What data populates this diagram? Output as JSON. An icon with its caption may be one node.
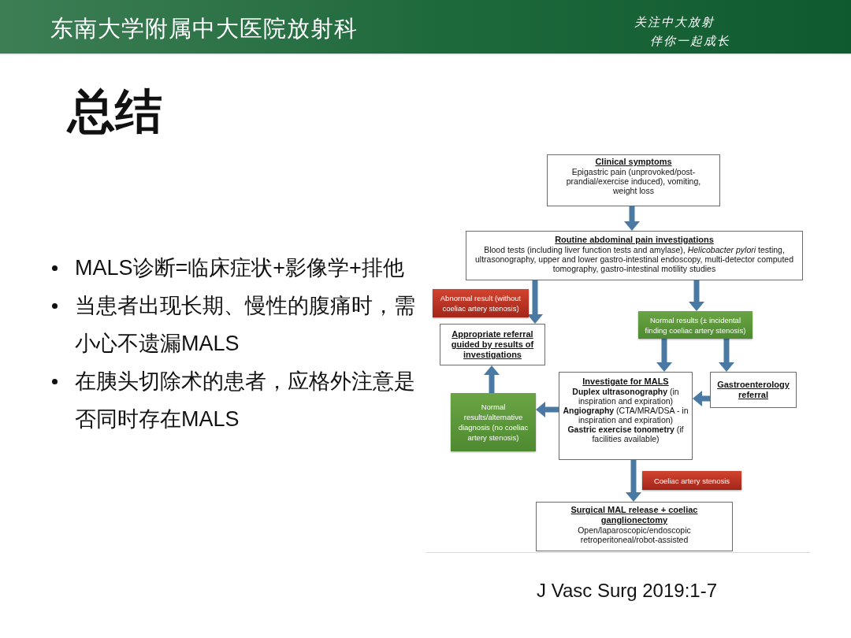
{
  "diagram": {
    "title": "总结",
    "nodes": [
      {
        "text": [
          "Clinical symptoms",
          "Epigastric pain (unprovoked/post-prandial/exercise induced), vomiting, weight loss"
        ]
      },
      {
        "text": [
          "Routine abdominal pain investigations",
          "Blood tests (including liver function tests and amylase), *Helicobacter pylori* testing, ultrasonography, upper and lower gastro-intestinal endoscopy, multi-detector computed tomography, gastro-intestinal motility studies"
        ]
      },
      {
        "text": [
          "Abnormal result (without coeliac artery stenosis)"
        ]
      },
      {
        "text": [
          "Normal results (± incidental finding coeliac artery stenosis)"
        ]
      },
      {
        "text": [
          "Appropriate referral guided by results of investigations"
        ]
      },
      {
        "text": [
          "Investigate for MALS",
          "**Duplex ultrasonography** (in inspiration and expiration)",
          "**Angiography** (CTA/MRA/DSA - in inspiration and expiration)",
          "**Gastric exercise tonometry** (if facilities available)"
        ]
      },
      {
        "text": [
          "Gastroenterology referral"
        ]
      },
      {
        "text": [
          "Normal results/alternative diagnosis (no coeliac artery stenosis)"
        ]
      },
      {
        "text": [
          "Coeliac artery stenosis"
        ]
      },
      {
        "text": [
          "Surgical MAL release + coeliac ganglionectomy",
          "Open/laparoscopic/endoscopic retroperitoneal/robot-assisted"
        ]
      }
    ],
    "edges": [
      {
        "from": 0,
        "to": 1,
        "arrow": "to"
      },
      {
        "from": 1,
        "to": 4,
        "arrow": "to"
      },
      {
        "from": 1,
        "to": 3,
        "arrow": "to"
      },
      {
        "from": 3,
        "to": 5,
        "arrow": "to"
      },
      {
        "from": 3,
        "to": 6,
        "arrow": "to"
      },
      {
        "from": 6,
        "to": 5,
        "arrow": "to"
      },
      {
        "from": 5,
        "to": 7,
        "arrow": "to"
      },
      {
        "from": 7,
        "to": 4,
        "arrow": "to"
      },
      {
        "from": 5,
        "to": 9,
        "arrow": "to"
      }
    ],
    "labels": [
      "东南大学附属中大医院放射科",
      "关注中大放射",
      "伴你一起成长",
      "MALS诊断=临床症状+影像学+排他",
      "当患者出现长期、慢性的腹痛时，需小心不遗漏MALS",
      "在胰头切除术的患者，应格外注意是否同时存在MALS",
      "J Vasc Surg 2019:1-7"
    ]
  }
}
